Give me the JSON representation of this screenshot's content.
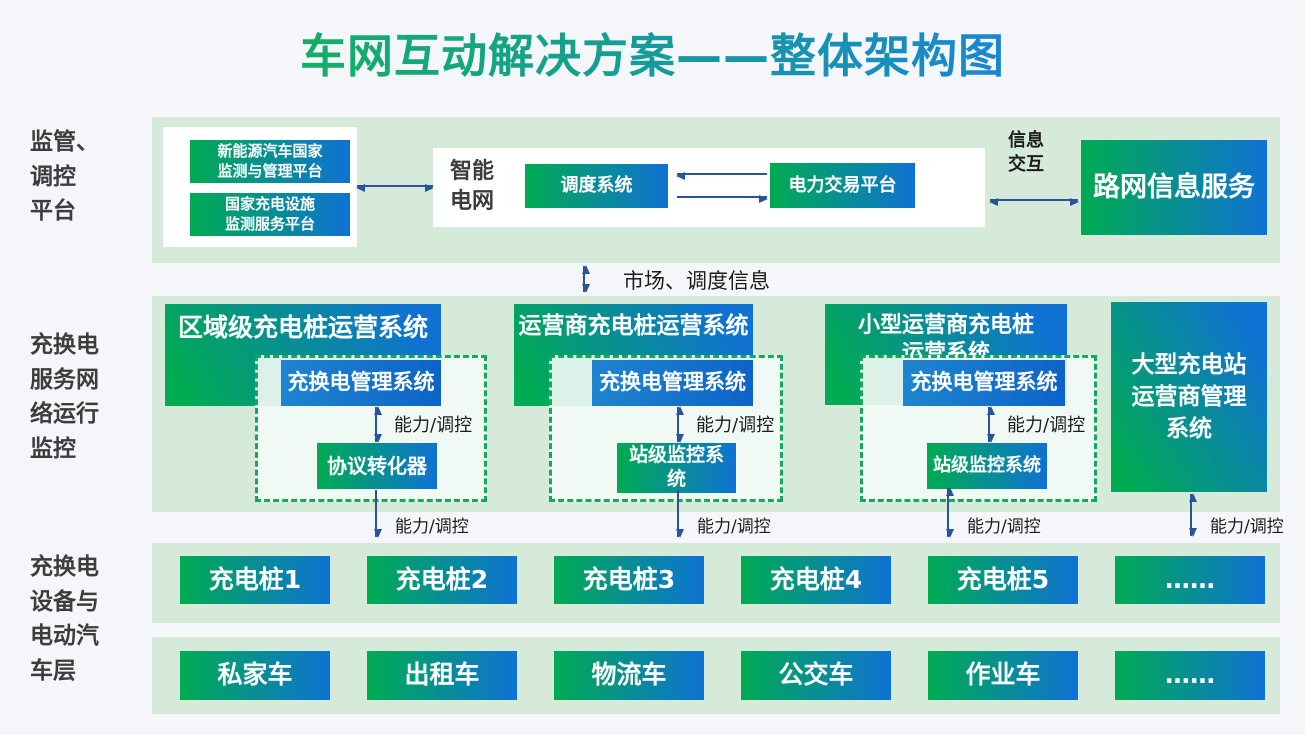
{
  "title": "车网互动解决方案——整体架构图",
  "colors": {
    "green": "#00ab52",
    "blue": "#0f72d3",
    "band": "#d5ead9",
    "arrow": "#27549b",
    "dash": "#13a95c"
  },
  "layers": [
    {
      "label": "监管、\n调控\n平台"
    },
    {
      "label": "充换电\n服务网\n络运行\n监控"
    },
    {
      "label": "充换电\n设备与\n电动汽\n车层"
    }
  ],
  "band1": {
    "national_platforms": [
      "新能源汽车国家\n监测与管理平台",
      "国家充电设施\n监测服务平台"
    ],
    "smart_grid_label": "智能\n电网",
    "dispatch_system": "调度系统",
    "power_trading_platform": "电力交易平台",
    "info_exchange_label": "信息\n交互",
    "road_network_service": "路网信息服务"
  },
  "market_dispatch_label": "市场、调度信息",
  "band2": {
    "groups": [
      {
        "header": "区域级充电桩运营系统",
        "mgmt": "充换电管理系统",
        "cap_label": "能力/调控",
        "sub": "协议转化器"
      },
      {
        "header": "运营商充电桩运营系统",
        "mgmt": "充换电管理系统",
        "cap_label": "能力/调控",
        "sub": "站级监控系\n统"
      },
      {
        "header": "小型运营商充电桩\n运营系统",
        "mgmt": "充换电管理系统",
        "cap_label": "能力/调控",
        "sub": "站级监控系统"
      }
    ],
    "large_station_box": "大型充电站\n运营商管理\n系统",
    "downlink_labels": [
      "能力/调控",
      "能力/调控",
      "能力/调控",
      "能力/调控"
    ]
  },
  "band3": {
    "items": [
      "充电桩1",
      "充电桩2",
      "充电桩3",
      "充电桩4",
      "充电桩5",
      "……"
    ]
  },
  "band4": {
    "items": [
      "私家车",
      "出租车",
      "物流车",
      "公交车",
      "作业车",
      "……"
    ]
  }
}
